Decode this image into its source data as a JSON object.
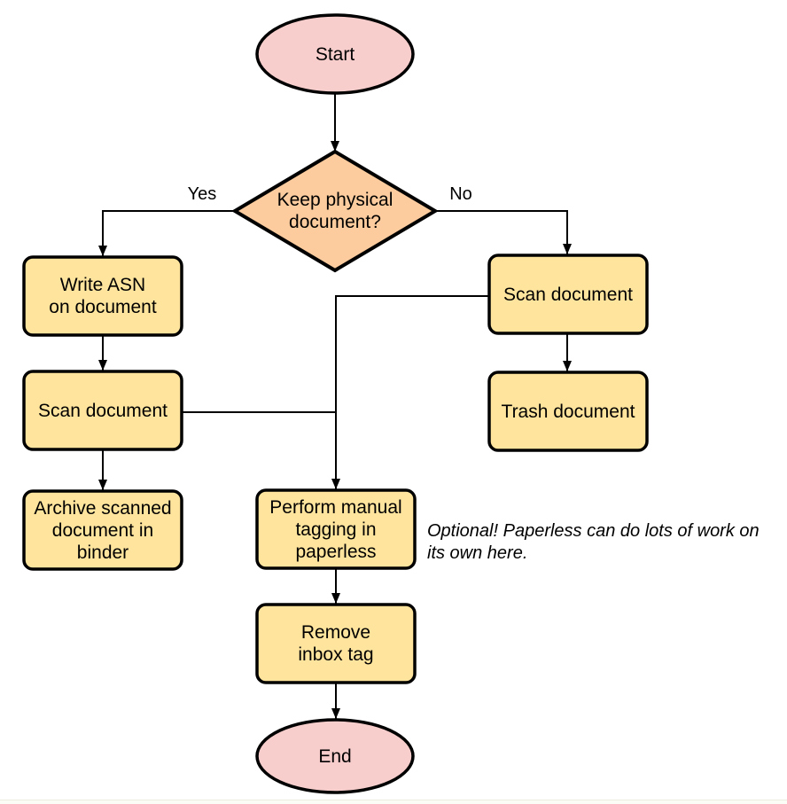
{
  "colors": {
    "terminal_fill": "#f8cecc",
    "decision_fill": "#fccc9e",
    "process_fill": "#ffe49d",
    "stroke": "#000000"
  },
  "flowchart": {
    "start": "Start",
    "decision": "Keep physical\ndocument?",
    "yes_label": "Yes",
    "no_label": "No",
    "write_asn": "Write ASN\non document",
    "scan_left": "Scan document",
    "archive": "Archive scanned\ndocument in\nbinder",
    "scan_right": "Scan document",
    "trash": "Trash document",
    "perform_tagging": "Perform manual\ntagging in\npaperless",
    "remove_inbox": "Remove\ninbox tag",
    "end": "End",
    "annotation": "Optional! Paperless can do lots of work on\nits own here."
  }
}
